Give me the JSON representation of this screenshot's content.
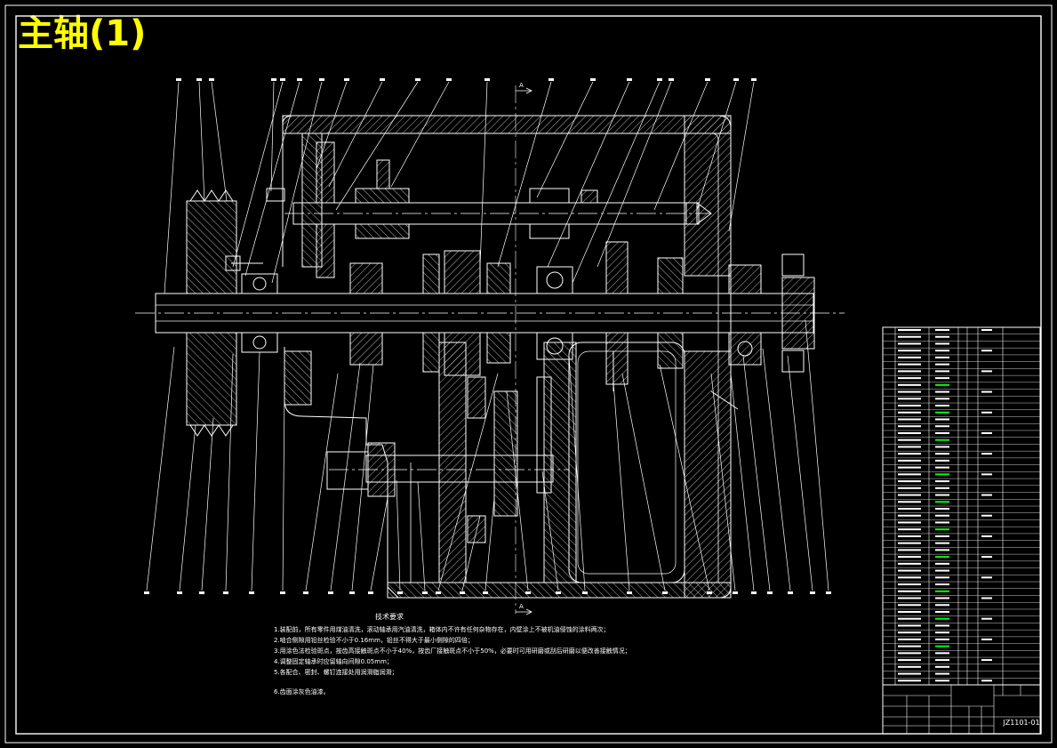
{
  "title": "主轴(1)",
  "drawing_code": "JZ1101-01",
  "section_mark": "A",
  "notes": {
    "heading": "技术要求",
    "items": [
      "1.装配前，所有零件用煤油清洗，滚动轴承用汽油清洗，箱体内不许有任何杂物存在，内壁涂上不被机油侵蚀的涂料两次；",
      "2.啮合侧隙用铅丝检验不小于0.16mm，铅丝不得大于最小侧隙的四倍；",
      "3.用涂色法检验斑点，按齿高接触斑点不小于40%，按齿厂接触斑点不小于50%，必要时可用研磨或刮后研磨以便改善接触情况；",
      "4.调整固定轴承时应留轴向间隙0.05mm；",
      "5.各配合、密封、螺钉连接处用润滑脂润滑；",
      "6.齿面涂灰色油漆。"
    ]
  },
  "colors": {
    "background": "#000000",
    "line": "#ffffff",
    "title": "#ffff00",
    "highlight": "#00ff00"
  }
}
